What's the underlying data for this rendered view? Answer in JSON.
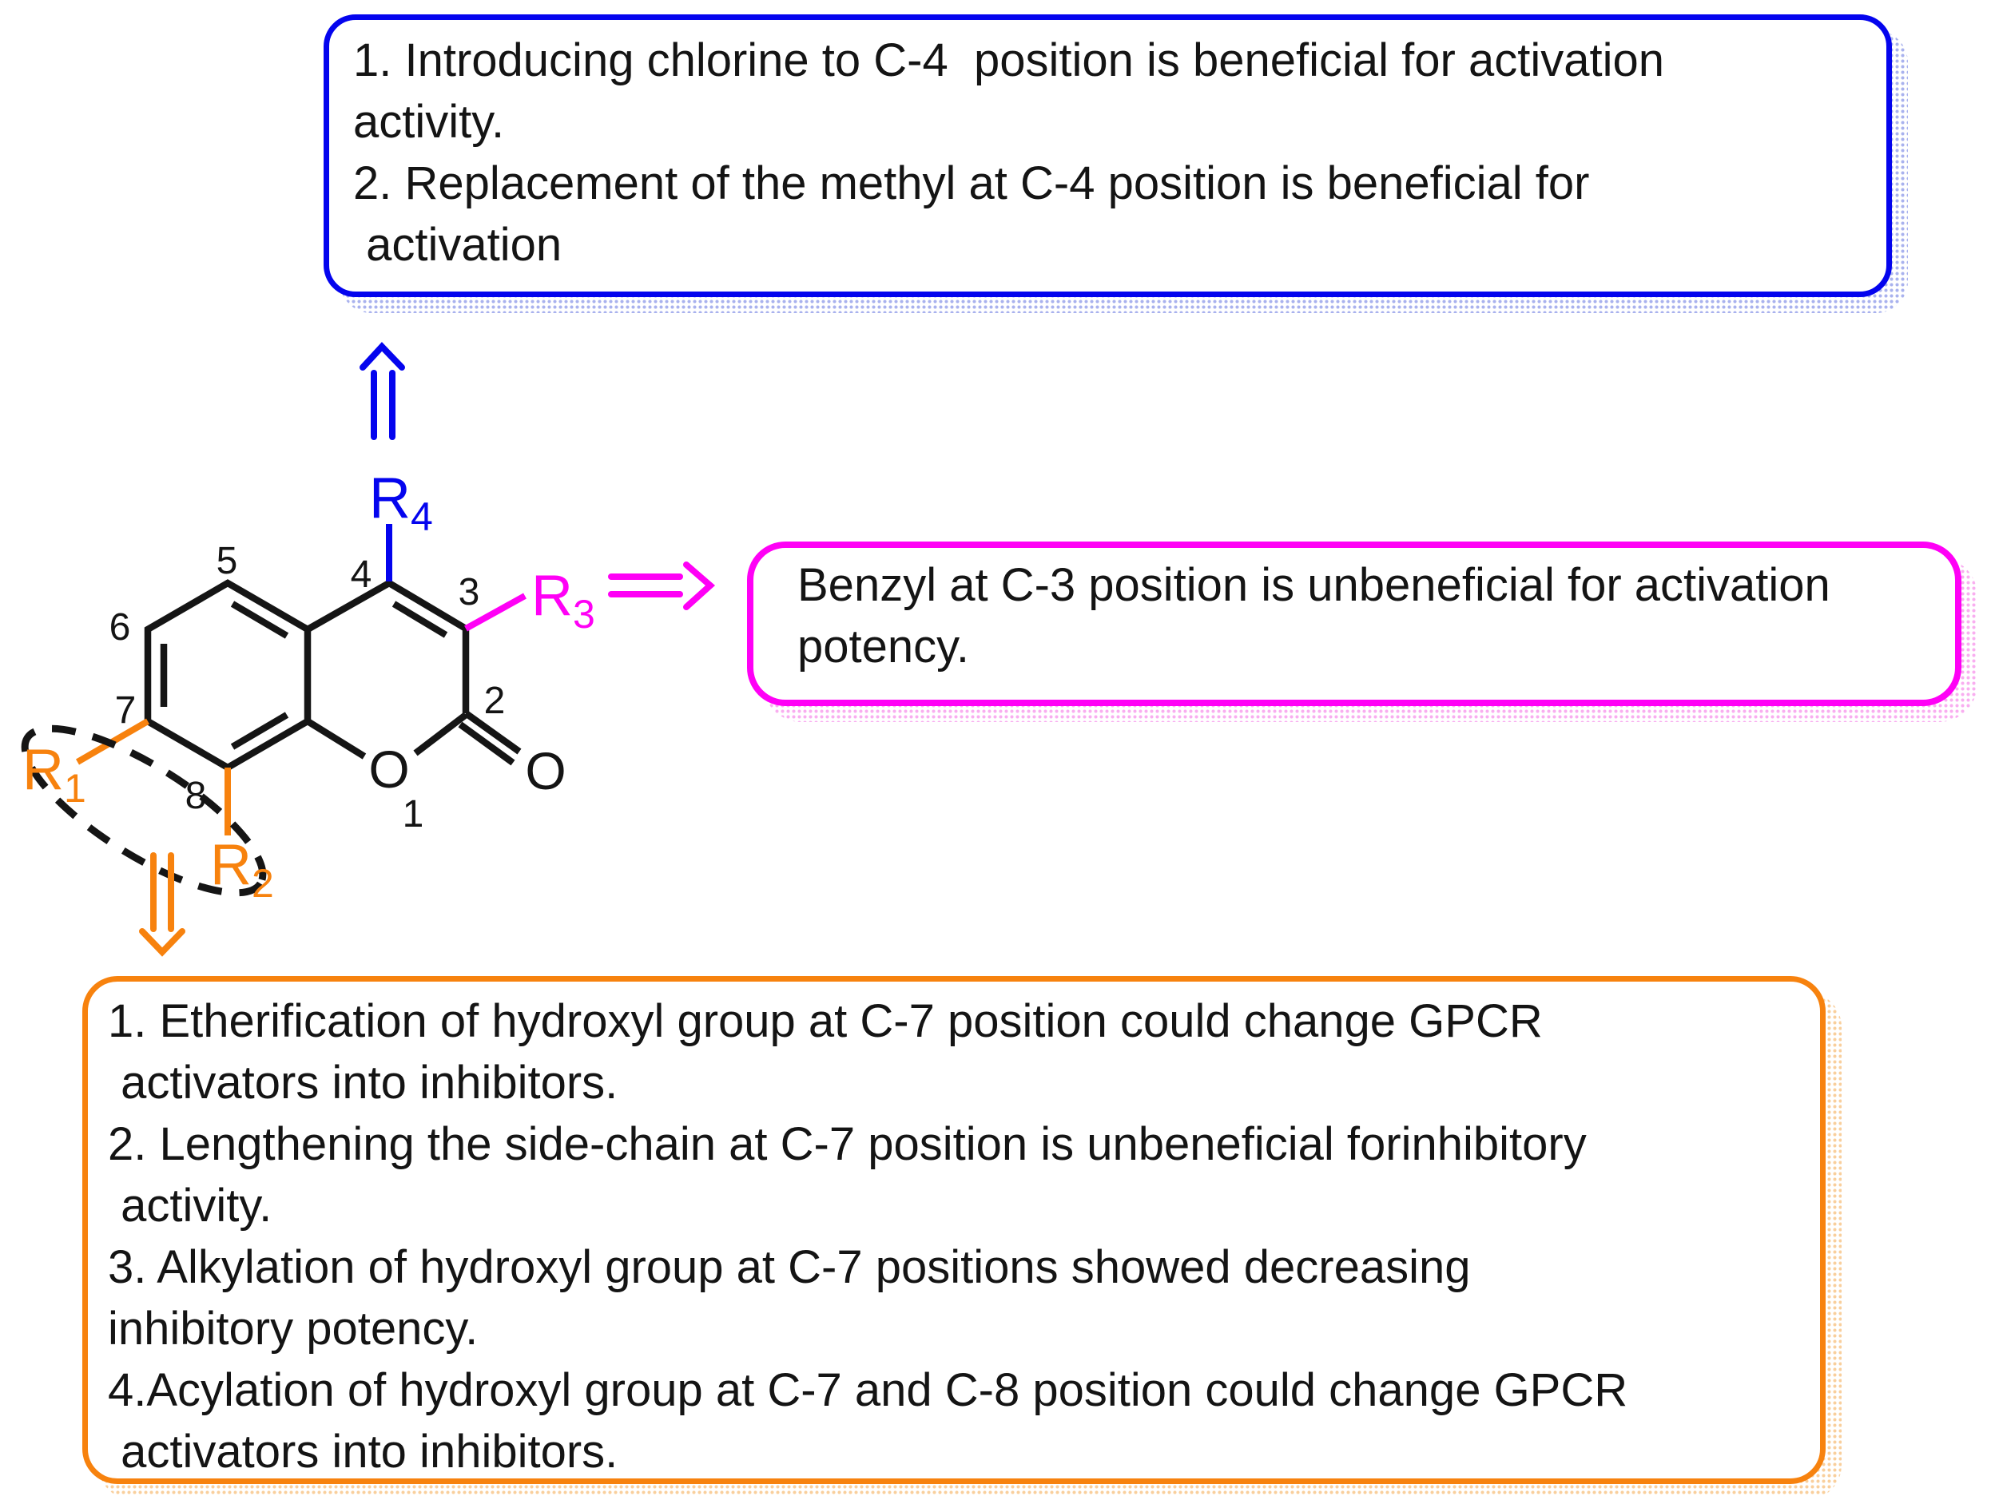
{
  "figure": {
    "type": "structure-activity-relationship diagram",
    "scaffold": "coumarin"
  },
  "colors": {
    "blue": "#0404ee",
    "magenta": "#ff00f6",
    "orange": "#f7820e",
    "blue_shadow": "#a9b2ee",
    "magenta_shadow": "#f9aef0",
    "orange_shadow": "#f9cf9c"
  },
  "annotation_boxes": {
    "c4_activation": {
      "lines": [
        "1. Introducing chlorine to C-4  position is beneficial for activation",
        "activity.",
        "2. Replacement of the methyl at C-4 position is beneficial for",
        " activation"
      ]
    },
    "c3_benzyl": {
      "lines": [
        "Benzyl at C-3 position is unbeneficial for activation",
        "potency."
      ]
    },
    "c7_c8_modifications": {
      "lines": [
        "1. Etherification of hydroxyl group at C-7 position could change GPCR",
        " activators into inhibitors.",
        "2. Lengthening the side-chain at C-7 position is unbeneficial forinhibitory",
        " activity.",
        "3. Alkylation of hydroxyl group at C-7 positions showed decreasing",
        "inhibitory potency.",
        "4.Acylation of hydroxyl group at C-7 and C-8 position could change GPCR",
        " activators into inhibitors."
      ]
    }
  },
  "structure": {
    "position_labels": {
      "p1": "1",
      "p2": "2",
      "p3": "3",
      "p4": "4",
      "p5": "5",
      "p6": "6",
      "p7": "7",
      "p8": "8"
    },
    "atoms": {
      "ring_oxygen": "O",
      "carbonyl_oxygen": "O"
    },
    "substituents": {
      "r1": {
        "symbol": "R",
        "subscript": "1"
      },
      "r2": {
        "symbol": "R",
        "subscript": "2"
      },
      "r3": {
        "symbol": "R",
        "subscript": "3"
      },
      "r4": {
        "symbol": "R",
        "subscript": "4"
      }
    }
  }
}
